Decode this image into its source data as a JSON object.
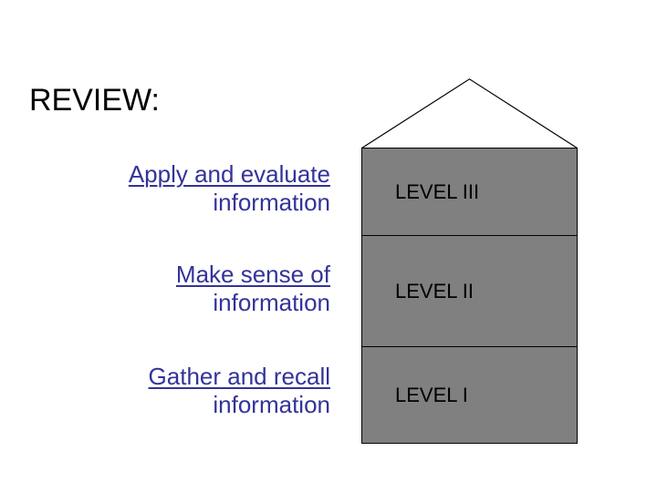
{
  "slide": {
    "title": "REVIEW:",
    "background_color": "#ffffff"
  },
  "colors": {
    "title_text": "#000000",
    "descriptor_text": "#333399",
    "house_fill": "#808080",
    "house_outline": "#000000",
    "level_text": "#000000"
  },
  "descriptors": [
    {
      "line_primary": "Apply and evaluate",
      "line_secondary": "information",
      "underlined": "line_primary"
    },
    {
      "line_primary": "Make sense of",
      "line_secondary": "information",
      "underlined": "line_primary"
    },
    {
      "line_primary": "Gather and recall",
      "line_secondary": "information",
      "underlined": "line_primary"
    }
  ],
  "house": {
    "roof_label": "roof-triangle",
    "levels": [
      {
        "label": "LEVEL III"
      },
      {
        "label": "LEVEL II"
      },
      {
        "label": "LEVEL I"
      }
    ]
  }
}
